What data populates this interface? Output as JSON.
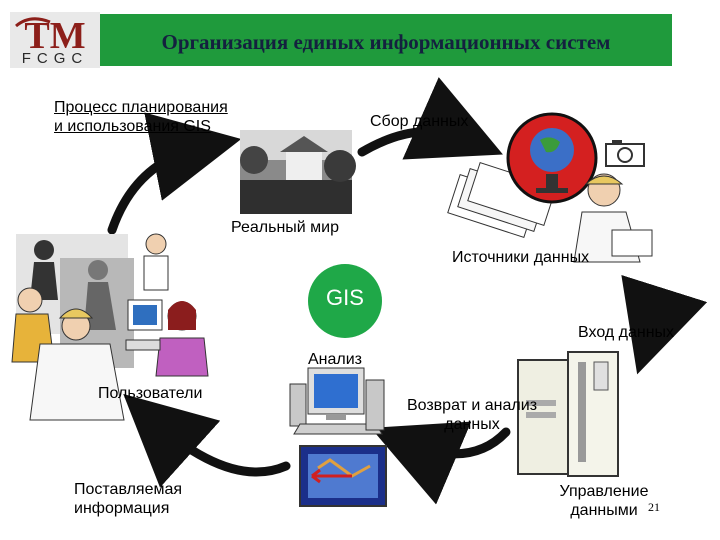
{
  "header": {
    "title": "Организация единых информационных систем",
    "logo_text": "FCGC",
    "logo_letters": "TM",
    "bg_color": "#1f9a3c"
  },
  "diagram": {
    "center_label": "GIS",
    "center_color": "#1fa848",
    "nodes": {
      "planning": "Процесс планирования\nи использования GIS",
      "collection": "Сбор данных",
      "real_world": "Реальный мир",
      "sources": "Источники данных",
      "input": "Вход данных",
      "analysis": "Анализ",
      "users": "Пользователи",
      "return_analysis": "Возврат и анализ\nданных",
      "delivered": "Поставляемая\nинформация",
      "management": "Управление\nданными"
    },
    "arrow_color": "#111111"
  },
  "page_number": "21"
}
